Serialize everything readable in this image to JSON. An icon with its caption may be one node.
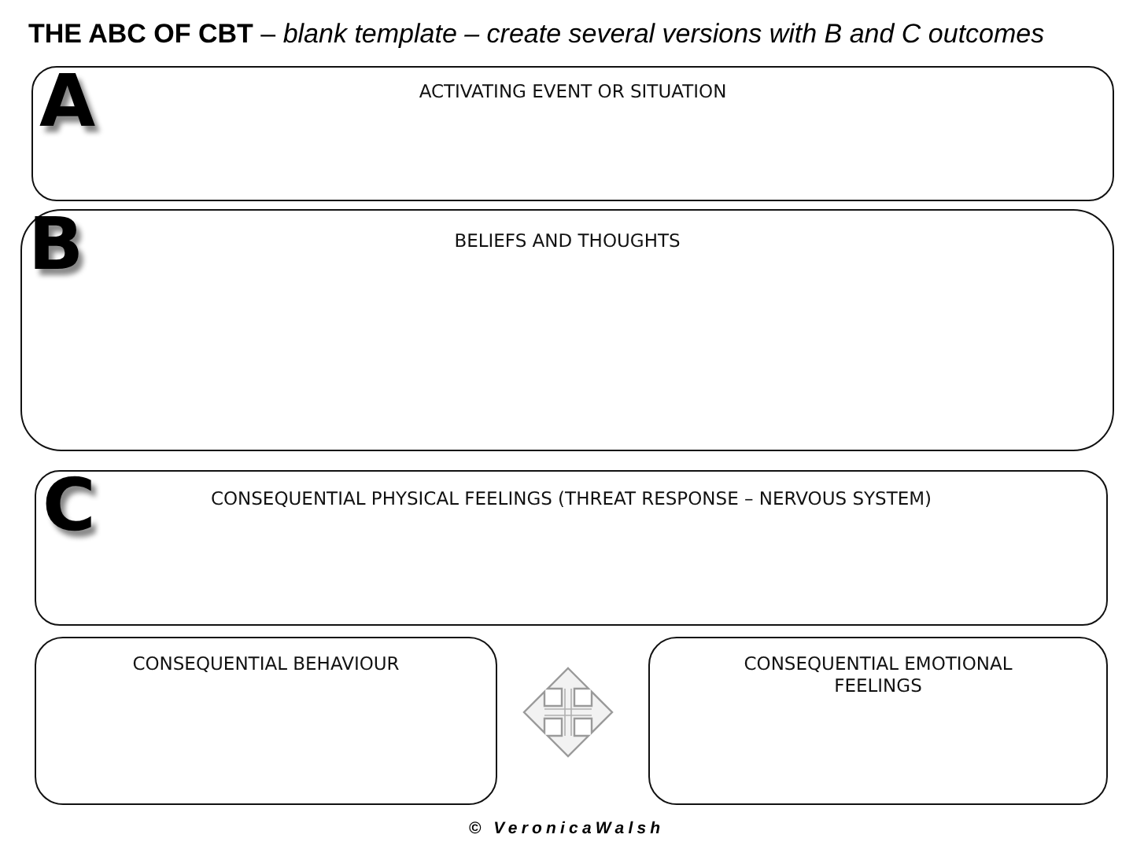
{
  "diagram": {
    "title": "**THE ABC OF CBT** – *blank template – create several versions with B and C outcomes*",
    "nodes": [
      {
        "text": [
          "A",
          "ACTIVATING EVENT OR SITUATION"
        ]
      },
      {
        "text": [
          "B",
          "BELIEFS AND THOUGHTS"
        ]
      },
      {
        "text": [
          "C",
          "CONSEQUENTIAL PHYSICAL FEELINGS (THREAT RESPONSE – NERVOUS SYSTEM)"
        ]
      },
      {
        "text": [
          "CONSEQUENTIAL BEHAVIOUR"
        ]
      },
      {
        "text": [
          "CONSEQUENTIAL EMOTIONAL FEELINGS"
        ]
      }
    ],
    "edges": [],
    "labels": [
      "© VeronicaWalsh"
    ]
  }
}
